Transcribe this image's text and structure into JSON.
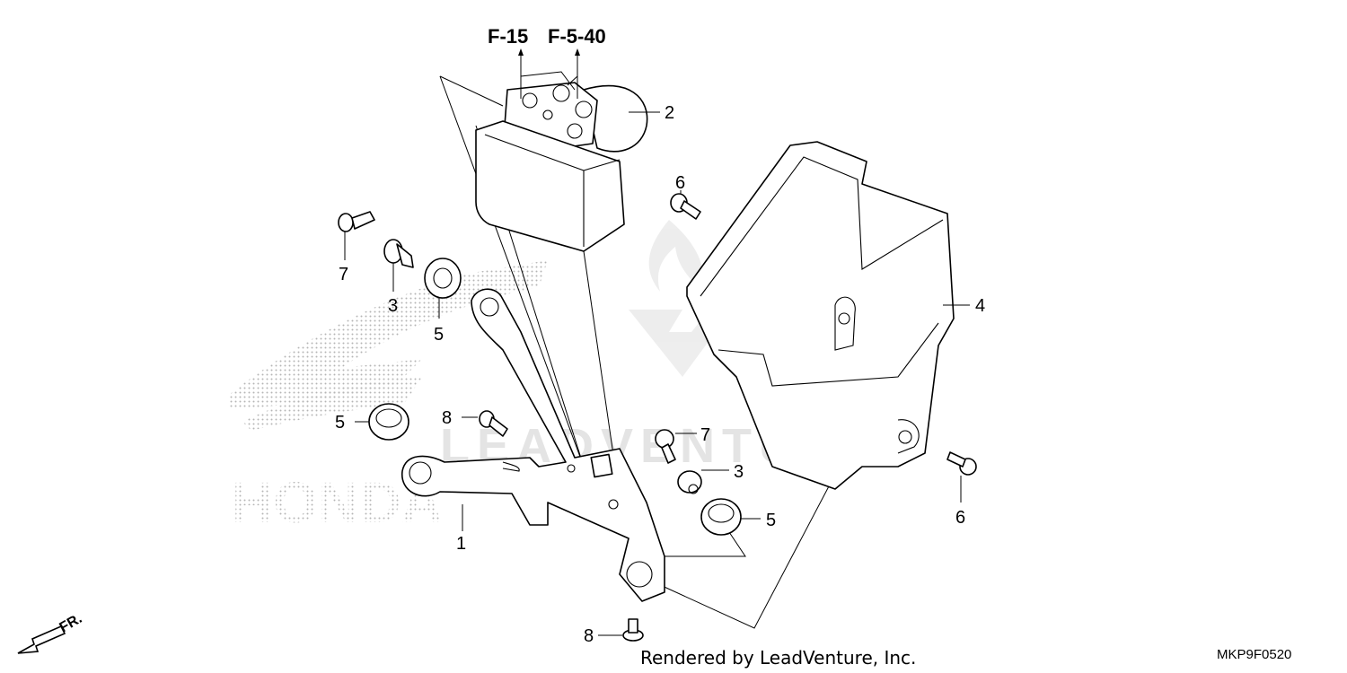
{
  "references": [
    "F-15",
    "F-5-40"
  ],
  "callouts": [
    {
      "id": "c1",
      "label": "1"
    },
    {
      "id": "c2",
      "label": "2"
    },
    {
      "id": "c3a",
      "label": "3"
    },
    {
      "id": "c3b",
      "label": "3"
    },
    {
      "id": "c4",
      "label": "4"
    },
    {
      "id": "c5a",
      "label": "5"
    },
    {
      "id": "c5b",
      "label": "5"
    },
    {
      "id": "c5c",
      "label": "5"
    },
    {
      "id": "c6a",
      "label": "6"
    },
    {
      "id": "c6b",
      "label": "6"
    },
    {
      "id": "c7a",
      "label": "7"
    },
    {
      "id": "c7b",
      "label": "7"
    },
    {
      "id": "c8a",
      "label": "8"
    },
    {
      "id": "c8b",
      "label": "8"
    }
  ],
  "direction_label": "FR.",
  "watermark_text": "LEADVENTURE",
  "brand_watermark": "HONDA",
  "footer": {
    "credit": "Rendered by LeadVenture, Inc.",
    "diagram_code": "MKP9F0520"
  }
}
